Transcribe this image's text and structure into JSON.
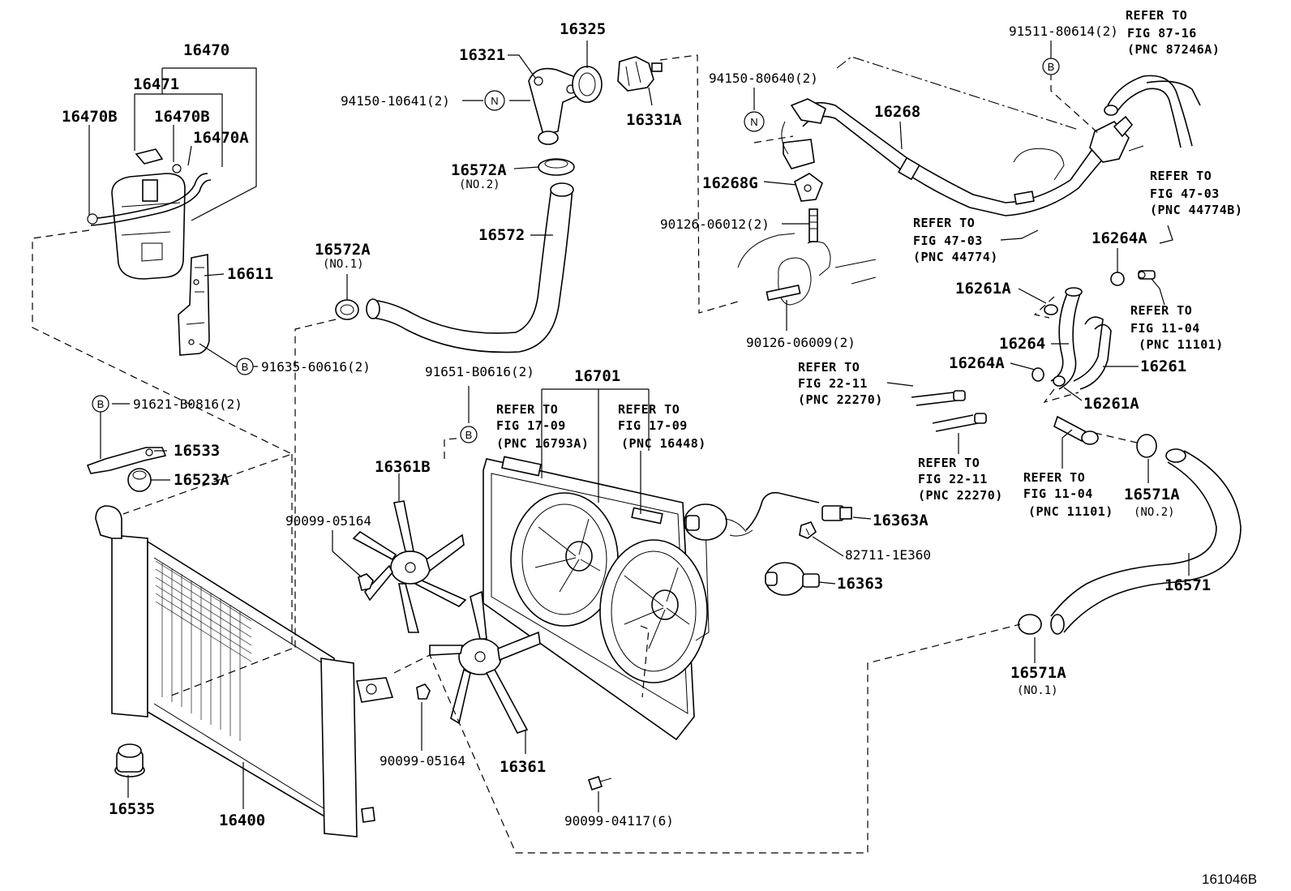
{
  "diagram_id": "161046B",
  "parts": {
    "p16470": "16470",
    "p16471": "16471",
    "p16470B_left": "16470B",
    "p16470B_mid": "16470B",
    "p16470A": "16470A",
    "p16611": "16611",
    "p91635": "91635-60616(2)",
    "p91621": "91621-B0816(2)",
    "p16533": "16533",
    "p16523A": "16523A",
    "p16535": "16535",
    "p16400": "16400",
    "p16321": "16321",
    "p16325": "16325",
    "p94150_10641": "94150-10641(2)",
    "p16331A": "16331A",
    "p16572A_no2": "16572A",
    "p16572A_no1": "16572A",
    "p16572": "16572",
    "p94150_80640": "94150-80640(2)",
    "p16268": "16268",
    "p16268G": "16268G",
    "p90126_06012": "90126-06012(2)",
    "p90126_06009": "90126-06009(2)",
    "p91511": "91511-80614(2)",
    "p16264A_top": "16264A",
    "p16261A_top": "16261A",
    "p16264": "16264",
    "p16264A_mid": "16264A",
    "p16261": "16261",
    "p16261A_bot": "16261A",
    "p16571A_no2": "16571A",
    "p16571": "16571",
    "p16571A_no1": "16571A",
    "p91651": "91651-B0616(2)",
    "p16701": "16701",
    "p16361B": "16361B",
    "p90099_05164_top": "90099-05164",
    "p90099_05164_bot": "90099-05164",
    "p16361": "16361",
    "p90099_04117": "90099-04117(6)",
    "p16363A": "16363A",
    "p82711": "82711-1E360",
    "p16363": "16363"
  },
  "qualifiers": {
    "no1_a": "(NO.1)",
    "no2_a": "(NO.2)",
    "no2_b": "(NO.2)",
    "no1_b": "(NO.1)"
  },
  "references": {
    "refer_to": "REFER TO",
    "r87_fig": "FIG 87-16",
    "r87_pnc": "(PNC 87246A)",
    "r47a_fig": "FIG 47-03",
    "r47a_pnc": "(PNC 44774B)",
    "r47b_fig": "FIG 47-03",
    "r47b_pnc": "(PNC 44774)",
    "r11a_fig": "FIG 11-04",
    "r11a_pnc": "(PNC 11101)",
    "r22a_fig": "FIG 22-11",
    "r22a_pnc": "(PNC 22270)",
    "r22b_fig": "FIG 22-11",
    "r22b_pnc": "(PNC 22270)",
    "r11b_fig": "FIG 11-04",
    "r11b_pnc": "(PNC 11101)",
    "r17a_fig": "FIG 17-09",
    "r17a_pnc": "(PNC 16793A)",
    "r17b_fig": "FIG 17-09",
    "r17b_pnc": "(PNC 16448)"
  },
  "markers": {
    "N": "N",
    "B": "B"
  }
}
